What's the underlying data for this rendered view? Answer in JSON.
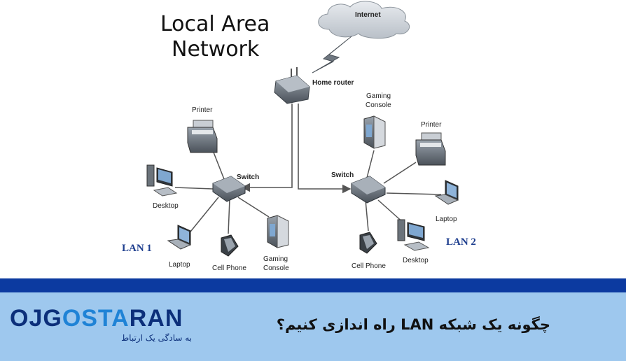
{
  "diagram": {
    "title_line1": "Local Area",
    "title_line2": "Network",
    "internet": "Internet",
    "home_router": "Home router",
    "lan1": {
      "name": "LAN 1",
      "switch": "Switch",
      "printer": "Printer",
      "desktop": "Desktop",
      "laptop": "Laptop",
      "cell_phone": "Cell Phone",
      "gaming_console_l1": "Gaming",
      "gaming_console_l2": "Console"
    },
    "lan2": {
      "name": "LAN 2",
      "switch": "Switch",
      "gaming_console_l1": "Gaming",
      "gaming_console_l2": "Console",
      "printer": "Printer",
      "laptop": "Laptop",
      "cell_phone": "Cell Phone",
      "desktop": "Desktop"
    }
  },
  "footer": {
    "logo_main": "OJGOSTARAN",
    "logo_sub": "به سادگی یک ارتباط",
    "headline": "چگونه یک شبکه LAN راه اندازی کنیم؟"
  },
  "colors": {
    "stripe": "#0c3aa0",
    "footer_bg": "#9ec8ee",
    "logo_dark": "#0c2f7a",
    "logo_light": "#1f83d6",
    "lan_label": "#1f3f8f",
    "router_label": "#2a6fd6"
  }
}
